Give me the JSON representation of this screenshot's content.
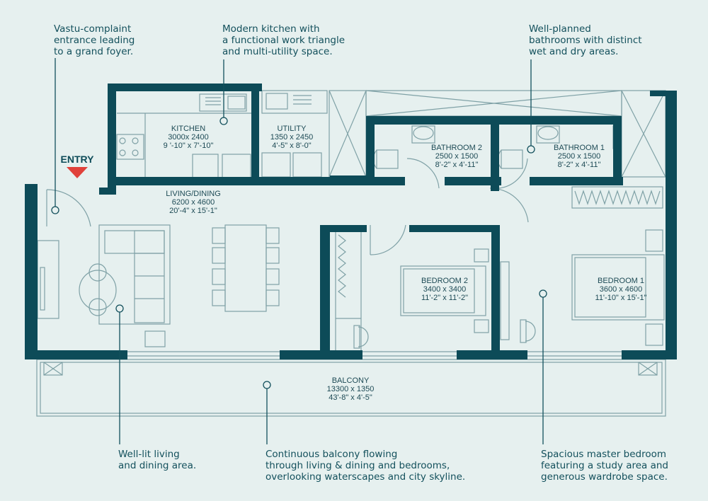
{
  "entry": {
    "label": "ENTRY"
  },
  "rooms": {
    "kitchen": [
      "KITCHEN",
      "3000x 2400",
      "9 '-10\" x 7'-10\""
    ],
    "utility": [
      "UTILITY",
      "1350 x 2450",
      "4'-5\" x 8'-0\""
    ],
    "bathroom2": [
      "BATHROOM 2",
      "2500 x 1500",
      "8'-2\" x 4'-11\""
    ],
    "bathroom1": [
      "BATHROOM 1",
      "2500 x 1500",
      "8'-2\" x 4'-11\""
    ],
    "living": [
      "LIVING/DINING",
      "6200 x 4600",
      "20'-4\" x 15'-1\""
    ],
    "bedroom2": [
      "BEDROOM 2",
      "3400 x 3400",
      "11'-2\" x 11'-2\""
    ],
    "bedroom1": [
      "BEDROOM 1",
      "3600 x 4600",
      "11'-10\" x 15'-1\""
    ],
    "balcony": [
      "BALCONY",
      "13300 x 1350",
      "43'-8\" x 4'-5\""
    ]
  },
  "annotations": {
    "entrance": [
      "Vastu-complaint",
      "entrance leading",
      "to a grand foyer."
    ],
    "kitchen": [
      "Modern kitchen with",
      "a functional work triangle",
      "and multi-utility space."
    ],
    "bathrooms": [
      "Well-planned",
      "bathrooms with distinct",
      "wet and dry areas."
    ],
    "living": [
      "Well-lit living",
      "and dining area."
    ],
    "balcony": [
      "Continuous balcony flowing",
      "through living & dining and bedrooms,",
      "overlooking waterscapes and city skyline."
    ],
    "master": [
      "Spacious master bedroom",
      "featuring a study area and",
      "generous wardrobe space."
    ]
  },
  "colors": {
    "background": "#e6f0ef",
    "wall": "#0d4b58",
    "thin_line": "#7fa1a6",
    "entry_arrow": "#e0413a"
  }
}
